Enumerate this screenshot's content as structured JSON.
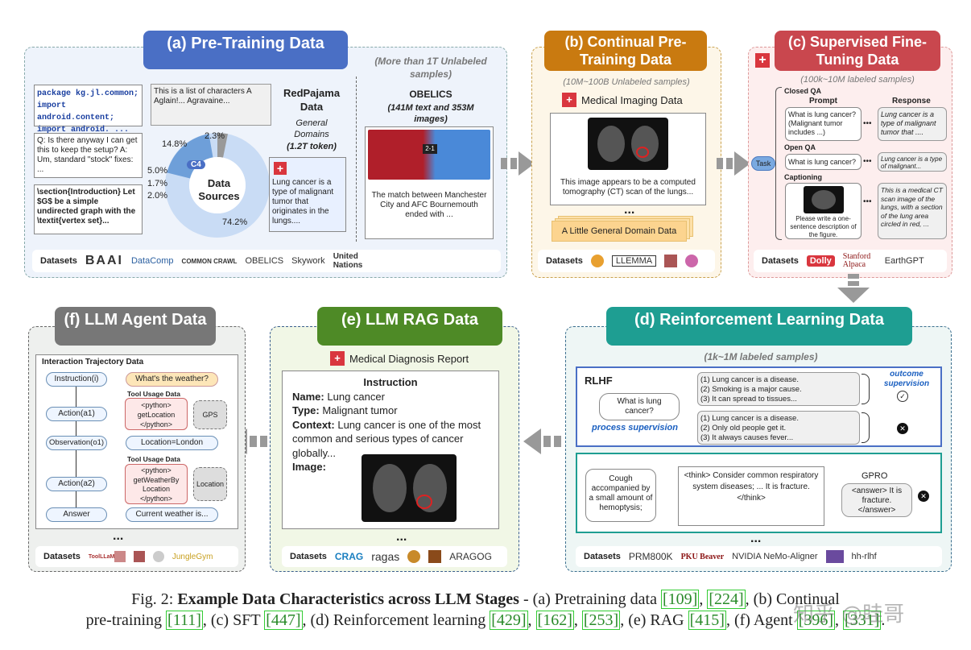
{
  "panels": {
    "a": {
      "title": "(a) Pre-Training Data",
      "code_box": [
        "package kg.jl.common;",
        "import android.content;",
        "import android. ..."
      ],
      "qa_box": "Q: Is there anyway I can get this to keep the setup? A: Um, standard \"stock\" fixes: ...",
      "latex_box": "\\section{Introduction} Let $G$ be a simple undirected graph with the \\textit{vertex set}...",
      "char_box": "This is a list of characters A Aglain!... Agravaine...",
      "donut_center": "Data Sources",
      "donut_labels": [
        "2.3%",
        "14.8%",
        "5.0%",
        "1.7%",
        "2.0%",
        "74.2%",
        "C4"
      ],
      "redpajama_title": "RedPajama Data",
      "redpajama_sub": "General Domains",
      "redpajama_token": "(1.2T token)",
      "lung_text": "Lung cancer is a type of malignant tumor that originates in the lungs....",
      "right_sub": "(More than 1T Unlabeled samples)",
      "obelics_title": "OBELICS",
      "obelics_sub": "(141M text and 353M images)",
      "match_text": "The match between Manchester City and AFC Bournemouth ended with ...",
      "datasets_label": "Datasets",
      "datasets": [
        "BAAI",
        "DataComp",
        "COMMON CRAWL",
        "OBELICS",
        "Skywork",
        "United Nations"
      ]
    },
    "b": {
      "title": "(b) Continual Pre-Training Data",
      "sub": "(10M~100B Unlabeled samples)",
      "header": "Medical Imaging Data",
      "ct_text": "This image appears to be a computed tomography (CT) scan of the lungs...",
      "ellipsis": "...",
      "general": "A Little General Domain Data",
      "datasets_label": "Datasets",
      "datasets": [
        "LLEMMA"
      ]
    },
    "c": {
      "title": "(c) Supervised Fine-Tuning Data",
      "sub": "(100k~10M labeled samples)",
      "closed_qa": "Closed QA",
      "prompt_h": "Prompt",
      "response_h": "Response",
      "cq_prompt": "What is lung cancer? (Malignant tumor includes ...)",
      "cq_resp": "Lung cancer is a type of malignant tumor that ....",
      "task": "Task",
      "open_qa": "Open QA",
      "oq_prompt": "What is lung cancer?",
      "oq_resp": "Lung cancer is a type of malignant...",
      "captioning": "Captioning",
      "cap_prompt": "Please write a one-sentence description of the figure.",
      "cap_resp": "This is a medical CT scan image of the lungs, with a section of the lung area circled in red, ...",
      "datasets_label": "Datasets",
      "datasets": [
        "Dolly",
        "Stanford Alpaca",
        "EarthGPT"
      ]
    },
    "d": {
      "title": "(d) Reinforcement Learning Data",
      "sub": "(1k~1M labeled samples)",
      "rlhf": "RLHF",
      "question": "What is lung cancer?",
      "outcome": [
        "(1)  Lung cancer is a disease.",
        "(2)  Smoking is a major cause.",
        "(3)  It can spread to tissues..."
      ],
      "outcome_label": "outcome supervision",
      "process": [
        "(1) Lung cancer is a disease.",
        "(2) Only old people get it.",
        "(3) It always causes fever..."
      ],
      "process_label": "process supervision",
      "cough": "Cough accompanied by a small amount of hemoptysis;",
      "think": "<think> Consider common respiratory system diseases; ... It is fracture. </think>",
      "gpro": "GPRO",
      "answer": "<answer> It is fracture. </answer>",
      "ellipsis": "...",
      "datasets_label": "Datasets",
      "datasets": [
        "PRM800K",
        "PKU Beaver",
        "NVIDIA NeMo-Aligner",
        "hh-rlhf"
      ]
    },
    "e": {
      "title": "(e) LLM RAG Data",
      "header": "Medical Diagnosis Report",
      "instr_title": "Instruction",
      "name_k": "Name:",
      "name_v": "Lung cancer",
      "type_k": "Type:",
      "type_v": "Malignant tumor",
      "ctx_k": "Context:",
      "ctx_v": "Lung cancer is one of the most common and serious types of cancer globally...",
      "image_k": "Image:",
      "ellipsis": "...",
      "datasets_label": "Datasets",
      "datasets": [
        "CRAG",
        "ragas",
        "ARAGOG"
      ]
    },
    "f": {
      "title": "(f) LLM Agent Data",
      "traj": "Interaction Trajectory Data",
      "instruction": "Instruction(i)",
      "weather": "What's the weather?",
      "tool1": "Tool Usage Data",
      "action1": "Action(a1)",
      "code1": "<python> getLocation </python>",
      "gps": "GPS",
      "observation": "Observation(o1)",
      "location": "Location=London",
      "tool2": "Tool Usage Data",
      "action2": "Action(a2)",
      "code2": "<python> getWeatherBy Location </python>",
      "loc": "Location",
      "answer": "Answer",
      "current": "Current weather is...",
      "ellipsis": "...",
      "datasets_label": "Datasets",
      "datasets": [
        "ToolLLaMA",
        "JungleGym"
      ]
    }
  },
  "caption": {
    "fig": "Fig. 2:",
    "bold": "Example Data Characteristics across LLM Stages",
    "line1": "- (a) Pretraining data",
    "c1": "[109]",
    "c2": "[224]",
    "line1b": ", (b) Continual",
    "line2a": "pre-training",
    "c3": "[111]",
    "line2b": ", (c) SFT",
    "c4": "[447]",
    "line2c": ", (d) Reinforcement learning",
    "c5": "[429]",
    "c6": "[162]",
    "c7": "[253]",
    "line2d": ", (e) RAG",
    "c8": "[415]",
    "line2e": ", (f) Agent",
    "c9": "[396]",
    "c10": "[331]",
    "watermark": "知乎 @眭哥"
  }
}
